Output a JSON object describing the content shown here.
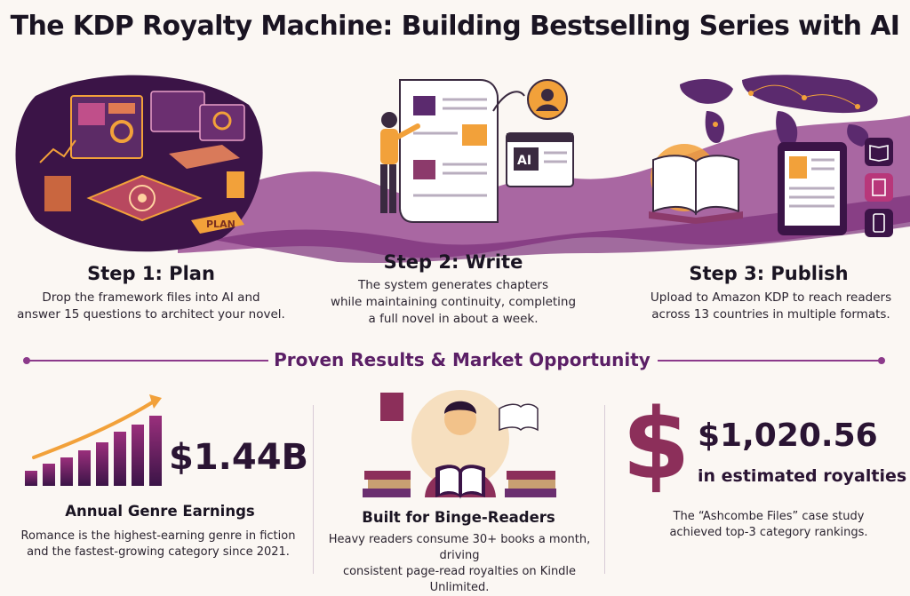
{
  "title": "The KDP Royalty Machine: Building Bestselling Series with AI",
  "steps": [
    {
      "title": "Step 1: Plan",
      "desc_lines": [
        "Drop the framework files into AI and",
        "answer 15 questions to architect your novel."
      ]
    },
    {
      "title": "Step 2: Write",
      "desc_lines": [
        "The system generates chapters",
        "while maintaining continuity, completing",
        "a full novel in about a week."
      ]
    },
    {
      "title": "Step 3: Publish",
      "desc_lines": [
        "Upload to Amazon KDP to reach readers",
        "across 13 countries in multiple formats."
      ]
    }
  ],
  "illustration_labels": {
    "ai": "AI",
    "plan": "PLAN"
  },
  "section_title": "Proven Results & Market Opportunity",
  "results": [
    {
      "big": "$1.44B",
      "title": "Annual Genre Earnings",
      "desc_lines": [
        "Romance is the highest-earning genre in fiction",
        "and the fastest-growing category since 2021."
      ]
    },
    {
      "title": "Built for Binge-Readers",
      "desc_lines": [
        "Heavy readers consume 30+ books a month, driving",
        "consistent page-read royalties on Kindle Unlimited."
      ]
    },
    {
      "symbol": "$",
      "big": "$1,020.56",
      "sub": "in estimated royalties",
      "desc_lines": [
        "The “Ashcombe Files” case study",
        "achieved top-3 category rankings."
      ]
    }
  ],
  "colors": {
    "accent": "#8c3a8b",
    "deep": "#3b1447",
    "orange": "#f2a13a",
    "wave": "#9a4e93"
  },
  "icons": [
    "monitor-icon",
    "person-icon",
    "ai-window-icon",
    "open-book-icon",
    "tablet-icon",
    "world-map-icon",
    "growth-chart-icon",
    "reader-icon",
    "dollar-icon"
  ]
}
